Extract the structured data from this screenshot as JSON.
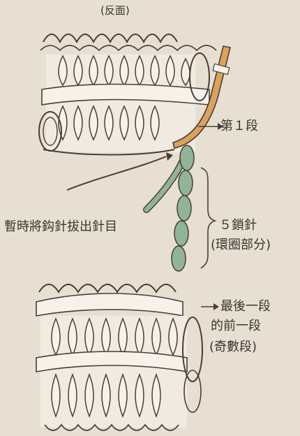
{
  "labels": {
    "side": "(反面)",
    "row1": "第１段",
    "pull_hook": "暫時將鈎針拔出針目",
    "chain": "５鎖針",
    "chain_sub": "(環圈部分)",
    "last_row_1": "最後一段",
    "last_row_2": "的前一段",
    "last_row_3": "(奇數段)"
  },
  "colors": {
    "background": "#e7e0d2",
    "yarn_outline": "#4a3d38",
    "yarn_fill": "#f6f2ea",
    "chain_fill": "#8fb497",
    "hook": "#d9a35c"
  }
}
